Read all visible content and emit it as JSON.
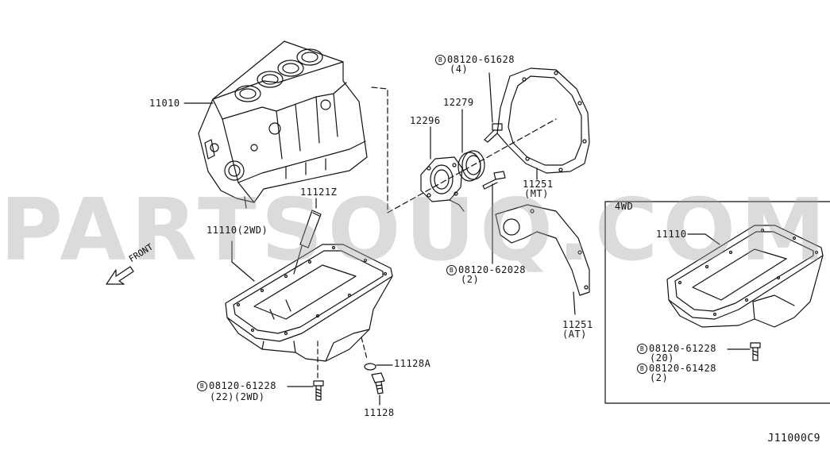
{
  "watermark": "PARTSOUQ.COM",
  "diagram_code": "J11000C9",
  "front_label": "FRONT",
  "bolt_symbol": "B",
  "labels": {
    "block": "11010",
    "dipstick": "11121Z",
    "pan_2wd": "11110(2WD)",
    "bolt_22": "08120-61228",
    "bolt_22_qty": "(22)(2WD)",
    "drain_washer": "11128A",
    "drain_plug": "11128",
    "bolt_4": "08120-61628",
    "bolt_4_qty": "(4)",
    "seal": "12279",
    "retainer": "12296",
    "plate_mt": "11251",
    "plate_mt_note": "(MT)",
    "bolt_2": "08120-62028",
    "bolt_2_qty": "(2)",
    "plate_at": "11251",
    "plate_at_note": "(AT)",
    "inset_title": "4WD",
    "pan_4wd": "11110",
    "bolt_20": "08120-61228",
    "bolt_20_qty": "(20)",
    "bolt_2b": "08120-61428",
    "bolt_2b_qty": "(2)"
  }
}
